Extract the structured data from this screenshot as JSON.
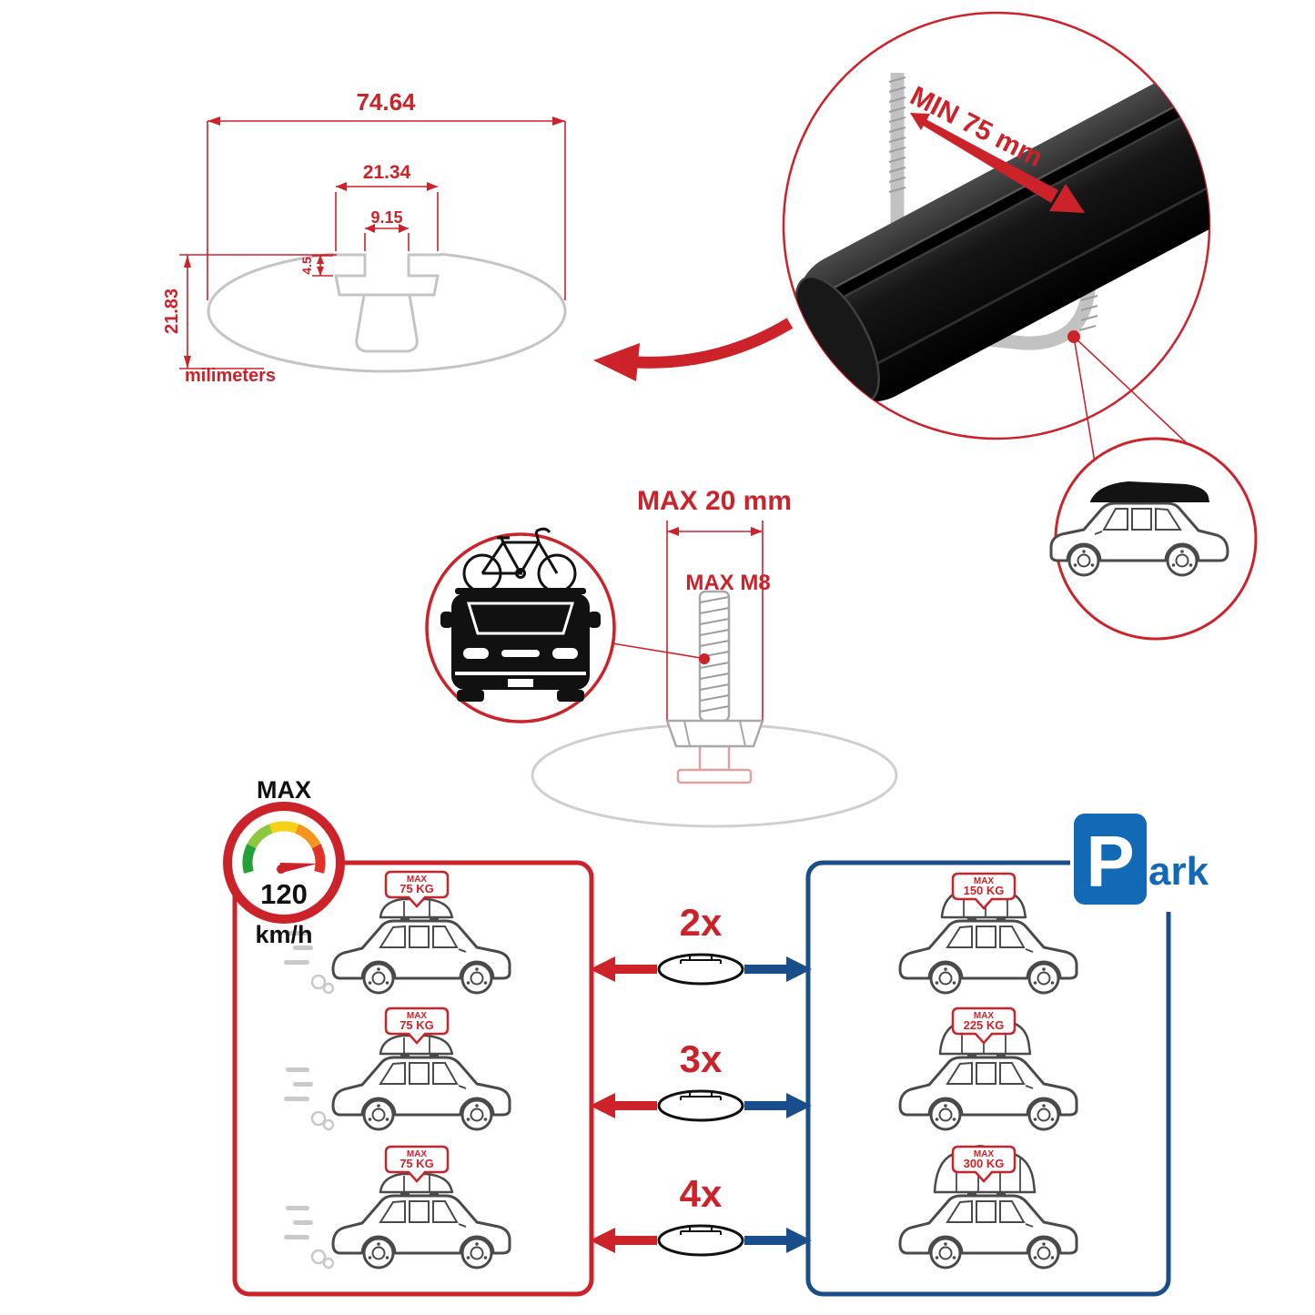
{
  "colors": {
    "accent_red": "#cc2229",
    "panel_blue": "#1a4e8a",
    "sign_blue": "#1269b5",
    "outline_gray": "#c4c4c4",
    "bar_black": "#0a0a0a"
  },
  "dimensions": {
    "total_width": "74.64",
    "slot_outer_width": "21.34",
    "slot_opening_width": "9.15",
    "lip_depth": "4.5",
    "total_height": "21.83",
    "units": "milimeters"
  },
  "clamp_detail": {
    "min_span": "MIN 75 mm"
  },
  "bolt_detail": {
    "max_length": "MAX 20 mm",
    "max_thread": "MAX M8"
  },
  "speed": {
    "label": "MAX",
    "value": "120",
    "unit": "km/h"
  },
  "park_sign": {
    "letter": "P",
    "suffix": "ark"
  },
  "load_table": {
    "tag_label": "MAX",
    "rows": [
      {
        "bars": "2x",
        "driving_load": "75 KG",
        "parked_load": "150 KG"
      },
      {
        "bars": "3x",
        "driving_load": "75 KG",
        "parked_load": "225 KG"
      },
      {
        "bars": "4x",
        "driving_load": "75 KG",
        "parked_load": "300 KG"
      }
    ]
  }
}
